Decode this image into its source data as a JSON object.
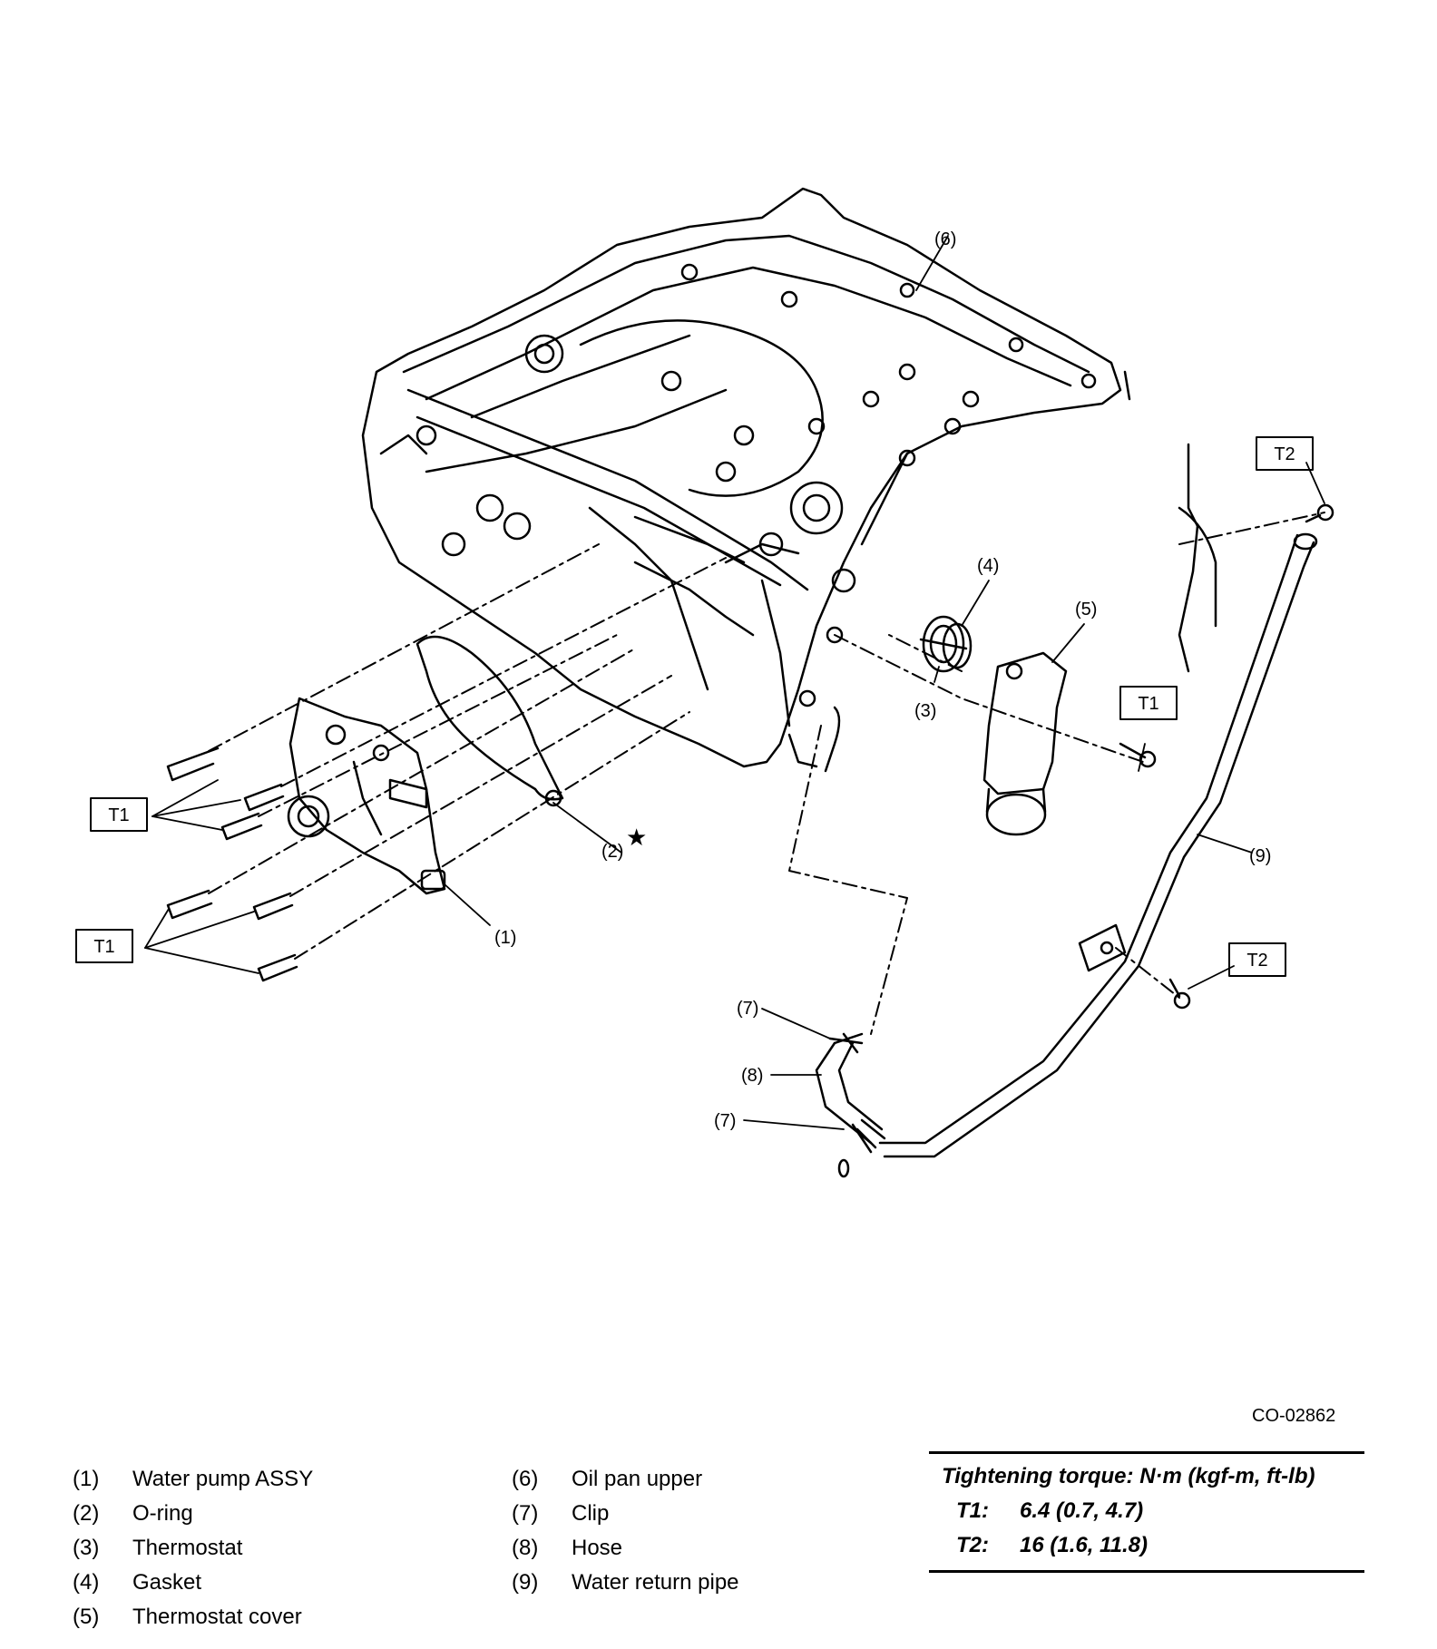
{
  "figure_id": "CO-02862",
  "callouts": {
    "c1": "(1)",
    "c2": "(2)",
    "c3": "(3)",
    "c4": "(4)",
    "c5": "(5)",
    "c6": "(6)",
    "c7a": "(7)",
    "c7b": "(7)",
    "c8": "(8)",
    "c9": "(9)"
  },
  "star": "★",
  "torque_boxes": {
    "t1": "T1",
    "t2": "T2"
  },
  "legend": {
    "left": [
      {
        "num": "(1)",
        "name": "Water pump ASSY"
      },
      {
        "num": "(2)",
        "name": "O-ring"
      },
      {
        "num": "(3)",
        "name": "Thermostat"
      },
      {
        "num": "(4)",
        "name": "Gasket"
      },
      {
        "num": "(5)",
        "name": "Thermostat cover"
      }
    ],
    "right": [
      {
        "num": "(6)",
        "name": "Oil pan upper"
      },
      {
        "num": "(7)",
        "name": "Clip"
      },
      {
        "num": "(8)",
        "name": "Hose"
      },
      {
        "num": "(9)",
        "name": "Water return pipe"
      }
    ]
  },
  "torque_table": {
    "heading": "Tightening torque: N·m (kgf-m, ft-lb)",
    "rows": [
      {
        "key": "T1:",
        "value": "6.4 (0.7, 4.7)"
      },
      {
        "key": "T2:",
        "value": "16 (1.6, 11.8)"
      }
    ]
  }
}
